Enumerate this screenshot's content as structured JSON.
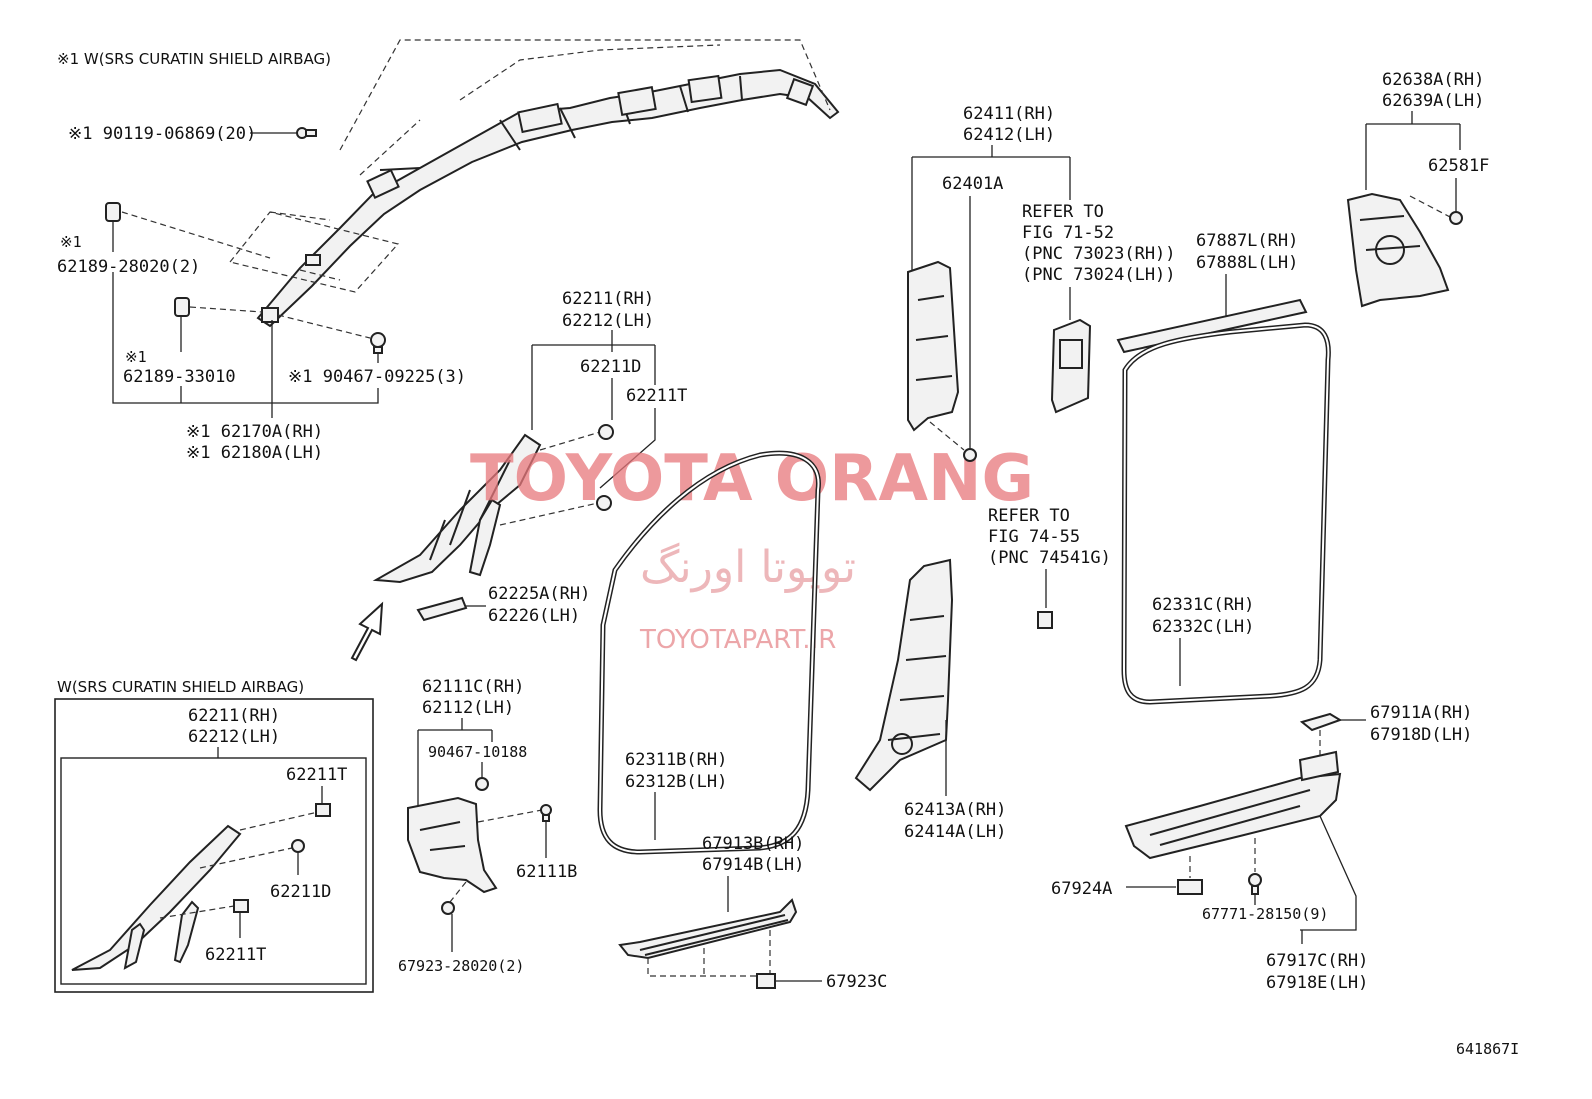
{
  "notes": {
    "top_note": "※1  W(SRS CURATIN SHIELD AIRBAG)",
    "box_title": "W(SRS CURATIN SHIELD AIRBAG)"
  },
  "watermark": {
    "title": "TOYOTA ORANG",
    "persian": "تویوتا اورنگ",
    "site": "TOYOTAPART.IR"
  },
  "refs": {
    "fig7152": [
      "REFER TO",
      "FIG 71-52",
      "(PNC 73023(RH))",
      "(PNC 73024(LH))"
    ],
    "fig7455": [
      "REFER TO",
      "FIG 74-55",
      "(PNC 74541G)"
    ]
  },
  "labels": {
    "l90119": "※1 90119-06869(20)",
    "l62189_28020_mark": "※1",
    "l62189_28020": "62189-28020(2)",
    "l62189_33010_mark": "※1",
    "l62189_33010": "62189-33010",
    "l90467_09225": "※1 90467-09225(3)",
    "l62170A": "※1 62170A(RH)",
    "l62180A": "※1 62180A(LH)",
    "l62211_rh": "62211(RH)",
    "l62212_lh": "62212(LH)",
    "l62211D": "62211D",
    "l62211T": "62211T",
    "l62225A": "62225A(RH)",
    "l62226": "62226(LH)",
    "l62111C": "62111C(RH)",
    "l62112": "62112(LH)",
    "l90467_10188": "90467-10188",
    "l62111B": "62111B",
    "l67923_28020": "67923-28020(2)",
    "l62311B": "62311B(RH)",
    "l62312B": "62312B(LH)",
    "l67913B": "67913B(RH)",
    "l67914B": "67914B(LH)",
    "l67923C": "67923C",
    "l62411": "62411(RH)",
    "l62412": "62412(LH)",
    "l62401A": "62401A",
    "l62413A": "62413A(RH)",
    "l62414A": "62414A(LH)",
    "l62638A": "62638A(RH)",
    "l62639A": "62639A(LH)",
    "l62581F": "62581F",
    "l67887L": "67887L(RH)",
    "l67888L": "67888L(LH)",
    "l62331C": "62331C(RH)",
    "l62332C": "62332C(LH)",
    "l67911A": "67911A(RH)",
    "l67918D": "67918D(LH)",
    "l67924A": "67924A",
    "l67771": "67771-28150(9)",
    "l67917C": "67917C(RH)",
    "l67918E": "67918E(LH)",
    "box_62211": "62211(RH)",
    "box_62212": "62212(LH)",
    "box_62211T_a": "62211T",
    "box_62211D": "62211D",
    "box_62211T_b": "62211T",
    "figure_id": "641867I"
  }
}
